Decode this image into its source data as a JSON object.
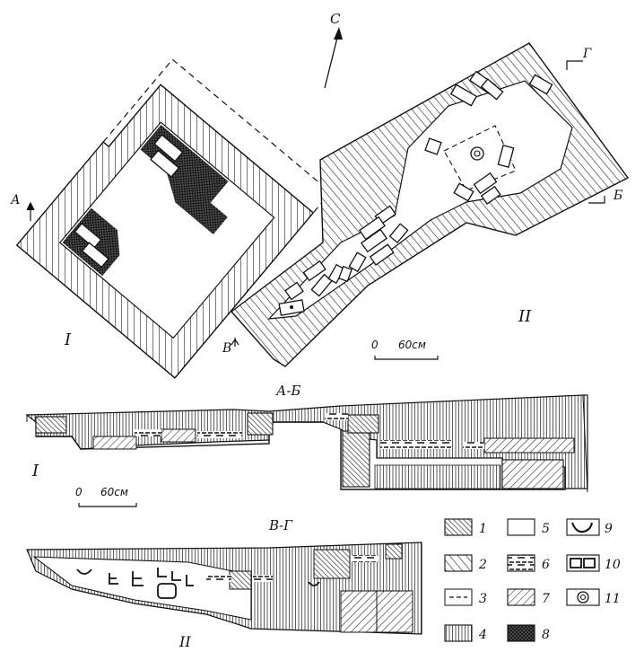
{
  "structures": {
    "one": {
      "label": "I"
    },
    "two": {
      "label": "II"
    }
  },
  "north": {
    "label": "С"
  },
  "section_markers": {
    "a": "А",
    "b": "Б",
    "v": "В",
    "g": "Г"
  },
  "scale": {
    "zero": "0",
    "value": "60см"
  },
  "sections": {
    "ab": {
      "title": "А-Б",
      "part_label": "I"
    },
    "vg": {
      "title": "В-Г",
      "part_label": "II"
    }
  },
  "legend": [
    {
      "number": "1",
      "pattern": "dense-hatch"
    },
    {
      "number": "2",
      "pattern": "diagonal-hatch"
    },
    {
      "number": "3",
      "pattern": "dashed-outline"
    },
    {
      "number": "4",
      "pattern": "vertical-hatch"
    },
    {
      "number": "5",
      "pattern": "empty-box"
    },
    {
      "number": "6",
      "pattern": "stacked-slabs"
    },
    {
      "number": "7",
      "pattern": "wide-hatch"
    },
    {
      "number": "8",
      "pattern": "crosshatch"
    },
    {
      "number": "9",
      "pattern": "pot-outline"
    },
    {
      "number": "10",
      "pattern": "double-box"
    },
    {
      "number": "11",
      "pattern": "ring"
    }
  ]
}
